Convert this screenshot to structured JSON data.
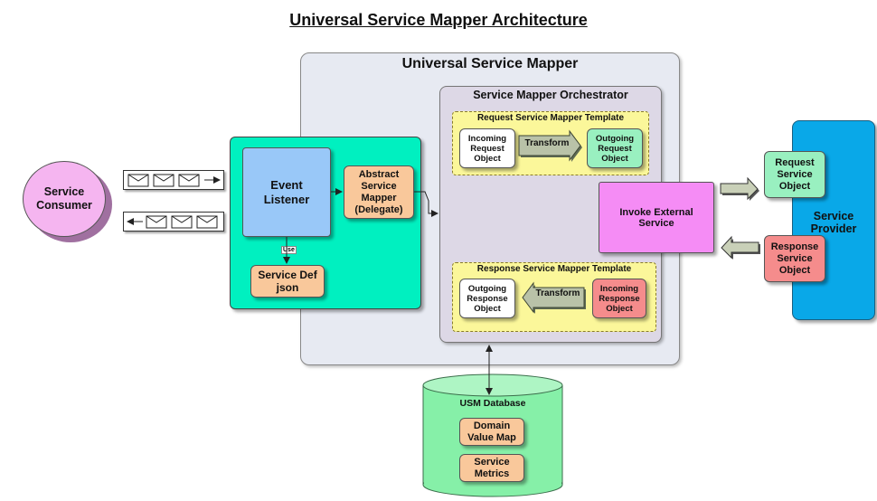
{
  "title": "Universal Service Mapper Architecture",
  "usm": {
    "heading": "Universal Service Mapper",
    "orchestrator": "Service Mapper Orchestrator",
    "request_template": {
      "title": "Request Service Mapper Template",
      "incoming": "Incoming Request Object",
      "transform": "Transform",
      "outgoing": "Outgoing Request Object"
    },
    "response_template": {
      "title": "Response Service Mapper Template",
      "outgoing": "Outgoing Response Object",
      "transform": "Transform",
      "incoming": "Incoming Response Object"
    },
    "invoke": "Invoke External Service"
  },
  "listener_panel": {
    "event_listener": "Event Listener",
    "abstract_mapper": "Abstract Service Mapper (Delegate)",
    "use_label": "Use",
    "service_def": "Service Def json"
  },
  "consumer": "Service Consumer",
  "provider": {
    "name": "Service Provider",
    "request": "Request Service Object",
    "response": "Response Service Object"
  },
  "database": {
    "title": "USM Database",
    "items": [
      "Domain Value Map",
      "Service Metrics"
    ]
  },
  "colors": {
    "usm_panel": "#e7eaf2",
    "orchestrator": "#ddd8e6",
    "template": "#fbf79a",
    "listener_panel": "#00f0c0",
    "event_listener": "#99c8f8",
    "mapper_orange": "#f9c89b",
    "outgoing_green": "#99f0c0",
    "incoming_red": "#f58c8c",
    "invoke": "#f58cf5",
    "consumer": "#f5b5f0",
    "provider": "#09a8e8",
    "db": "#86f0a8"
  },
  "icons": [
    "envelope-icon",
    "arrow-right-icon",
    "arrow-left-icon",
    "transform-arrow-icon",
    "block-arrow-icon"
  ]
}
